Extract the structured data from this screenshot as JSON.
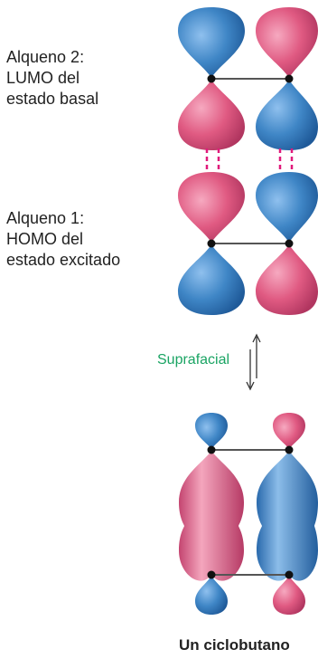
{
  "labels": {
    "alkene2_line1": "Alqueno 2:",
    "alkene2_line2": "LUMO del",
    "alkene2_line3": "estado basal",
    "alkene1_line1": "Alqueno 1:",
    "alkene1_line2": "HOMO del",
    "alkene1_line3": "estado excitado",
    "suprafacial": "Suprafacial",
    "product": "Un ciclobutano"
  },
  "colors": {
    "lobe_blue": "#3f86c6",
    "lobe_pink": "#e05a82",
    "interaction_lines": "#e0197a",
    "label_green": "#1aa463",
    "atom": "#111111"
  },
  "icons": {
    "equilibrium": "equilibrium-arrows-icon"
  }
}
